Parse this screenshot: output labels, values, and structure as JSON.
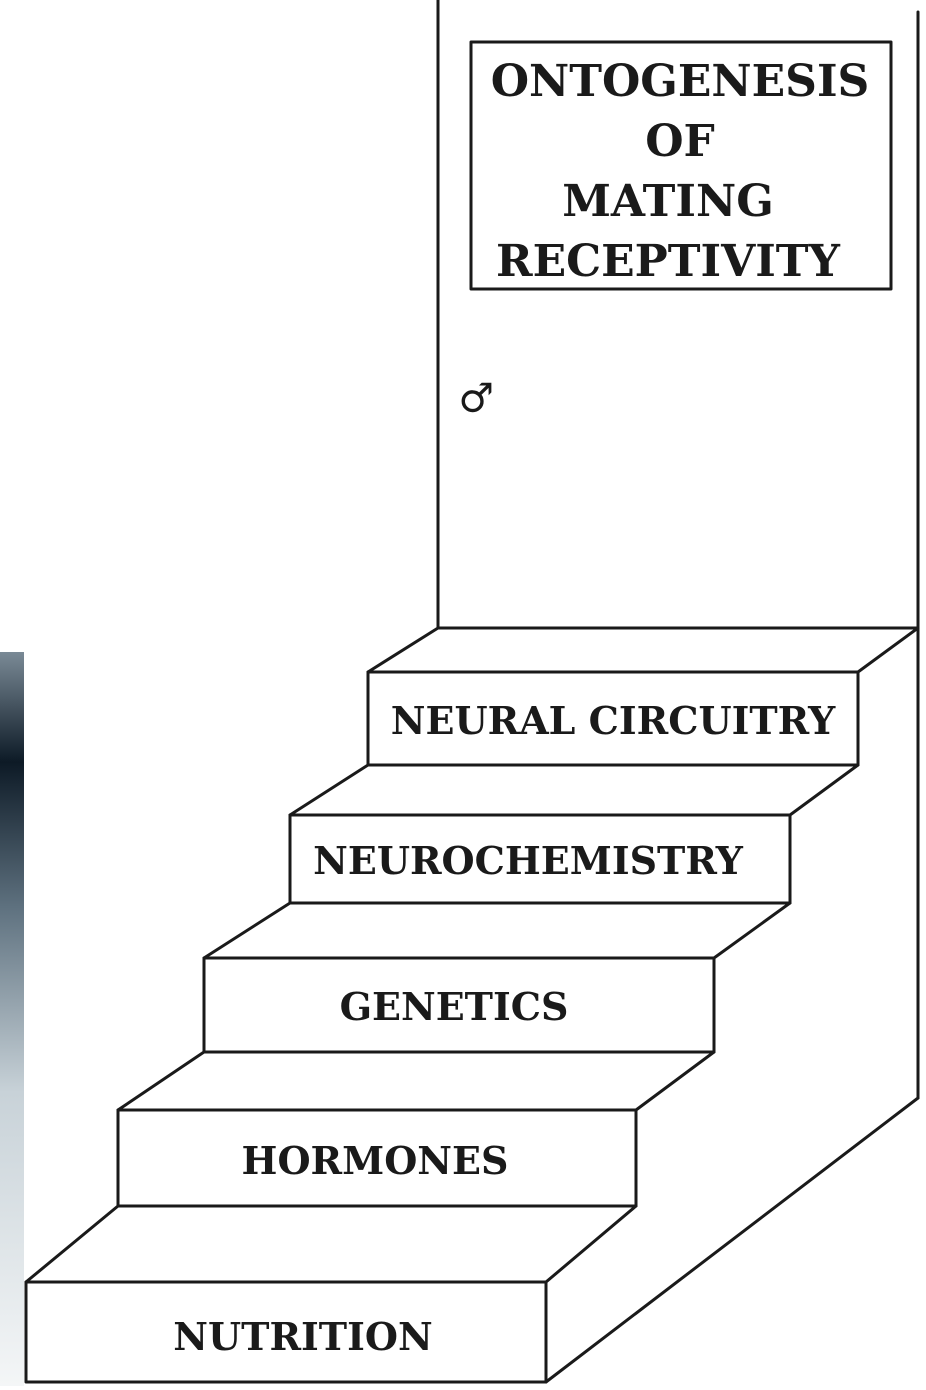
{
  "title": {
    "lines": [
      "ONTOGENESIS",
      "OF",
      "MATING",
      "RECEPTIVITY"
    ]
  },
  "symbol": "♂",
  "steps": [
    {
      "label": "NEURAL CIRCUITRY"
    },
    {
      "label": "NEUROCHEMISTRY"
    },
    {
      "label": "GENETICS"
    },
    {
      "label": "HORMONES"
    },
    {
      "label": "NUTRITION"
    }
  ],
  "colors": {
    "ink": "#1a1a1a",
    "paper": "#ffffff"
  }
}
